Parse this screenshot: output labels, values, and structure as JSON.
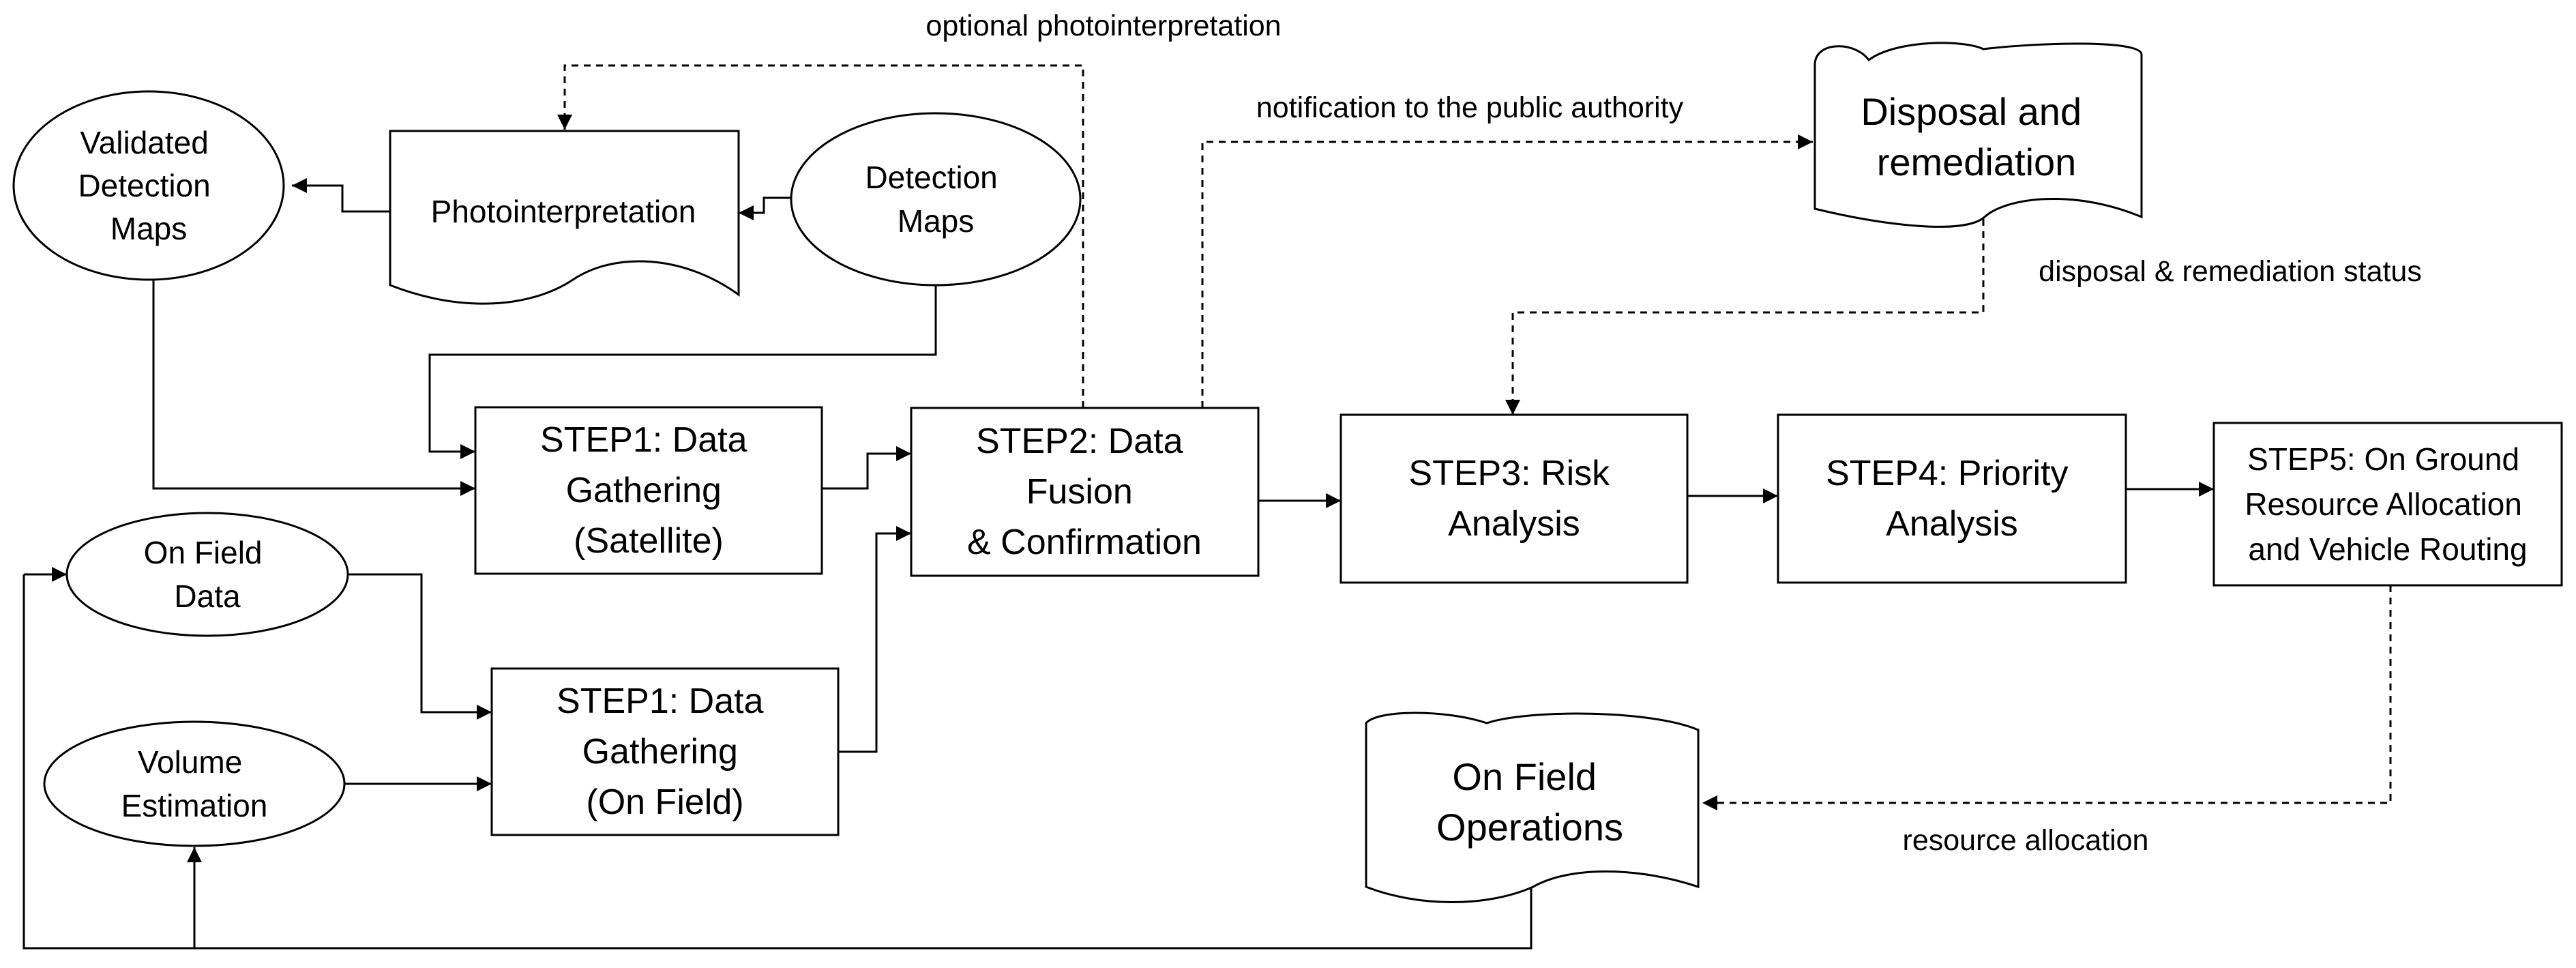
{
  "processes": {
    "step1_satellite": [
      "STEP1: Data",
      "Gathering",
      "(Satellite)"
    ],
    "step1_field": [
      "STEP1: Data",
      "Gathering",
      "(On Field)"
    ],
    "step2": [
      "STEP2: Data",
      "Fusion",
      "& Confirmation"
    ],
    "step3": [
      "STEP3: Risk",
      "Analysis"
    ],
    "step4": [
      "STEP4: Priority",
      "Analysis"
    ],
    "step5": [
      "STEP5: On Ground",
      "Resource Allocation",
      "and Vehicle Routing"
    ]
  },
  "ellipses": {
    "validated_maps": [
      "Validated",
      "Detection",
      "Maps"
    ],
    "detection_maps": [
      "Detection",
      "Maps"
    ],
    "on_field_data": [
      "On Field",
      "Data"
    ],
    "volume_estimation": [
      "Volume",
      "Estimation"
    ]
  },
  "documents": {
    "photointerpretation": [
      "Photointerpretation"
    ],
    "disposal": [
      "Disposal and",
      "remediation"
    ],
    "on_field_ops": [
      "On Field",
      "Operations"
    ]
  },
  "edge_labels": {
    "optional_photo": "optional photointerpretation",
    "notification": "notification to the public authority",
    "disposal_status": "disposal & remediation status",
    "resource_allocation": "resource allocation"
  }
}
